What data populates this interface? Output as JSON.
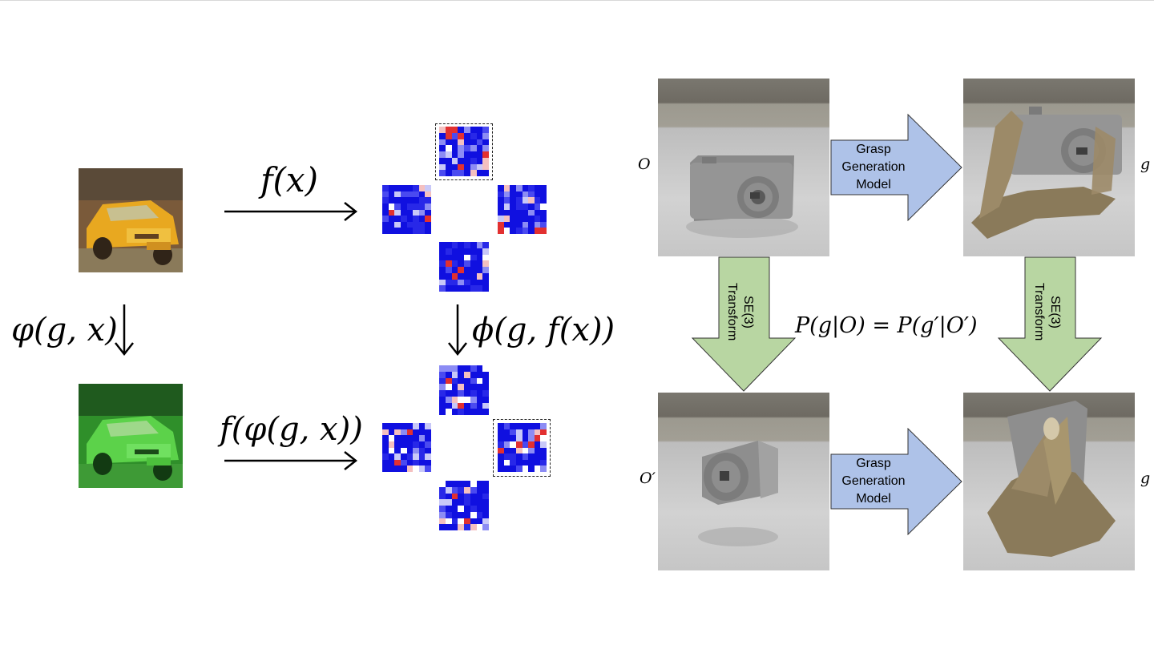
{
  "left_panel": {
    "map_top": "f(x)",
    "map_bottom": "f(φ(g, x))",
    "transform_left": "φ(g, x)",
    "transform_right": "ϕ(g, f(x))"
  },
  "right_panel": {
    "label_O": "O",
    "label_O_prime": "O′",
    "label_g_top": "g",
    "label_g_bottom": "g",
    "grasp_model_top": [
      "Grasp",
      "Generation",
      "Model"
    ],
    "grasp_model_bottom": [
      "Grasp",
      "Generation",
      "Model"
    ],
    "se3_left": [
      "SE(3)",
      "Transform"
    ],
    "se3_right": [
      "SE(3)",
      "Transform"
    ],
    "equation": "P(g|O) = P(g′|O′)"
  },
  "colors": {
    "blue_arrow": "#aec2e8",
    "green_arrow": "#b8d6a2",
    "grid_blue": "#1010e0",
    "grid_red": "#e23030"
  }
}
